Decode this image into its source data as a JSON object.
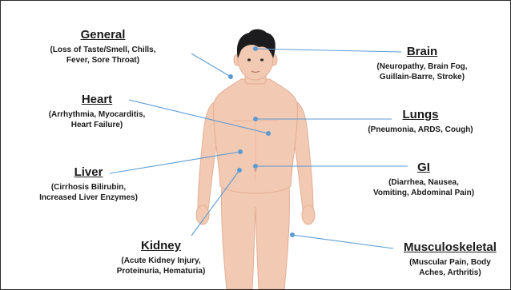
{
  "colors": {
    "skin": "#f2c9b2",
    "skin_shade": "#e2ae95",
    "hair": "#1c1c1e",
    "pointer": "#5b9bd5",
    "text": "#1a1a1a",
    "border": "#2b2b2b"
  },
  "labels": {
    "general": {
      "title": "General",
      "desc": "(Loss of Taste/Smell, Chills,\nFever, Sore Throat)"
    },
    "brain": {
      "title": "Brain",
      "desc": "(Neuropathy, Brain Fog,\nGuillain-Barre, Stroke)"
    },
    "heart": {
      "title": "Heart",
      "desc": "(Arrhythmia, Myocarditis,\nHeart Failure)"
    },
    "lungs": {
      "title": "Lungs",
      "desc": "(Pneumonia, ARDS, Cough)"
    },
    "liver": {
      "title": "Liver",
      "desc": "(Cirrhosis Bilirubin,\nIncreased Liver Enzymes)"
    },
    "gi": {
      "title": "GI",
      "desc": "(Diarrhea, Nausea,\nVomiting, Abdominal Pain)"
    },
    "kidney": {
      "title": "Kidney",
      "desc": "(Acute Kidney Injury,\nProteinuria, Hematuria)"
    },
    "musculoskeletal": {
      "title": "Musculoskeletal",
      "desc": "(Muscular Pain, Body\nAches, Arthritis)"
    }
  }
}
